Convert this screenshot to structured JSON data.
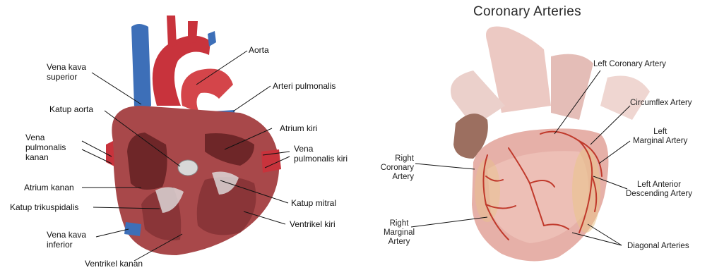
{
  "left_diagram": {
    "labels": {
      "aorta": "Aorta",
      "vena_kava_superior": "Vena kava\nsuperior",
      "arteri_pulmonalis": "Arteri pulmonalis",
      "katup_aorta": "Katup aorta",
      "atrium_kiri": "Atrium kiri",
      "vena_pulmonalis_kanan": "Vena\npulmonalis\nkanan",
      "vena_pulmonalis_kiri": "Vena\npulmonalis kiri",
      "atrium_kanan": "Atrium kanan",
      "katup_mitral": "Katup mitral",
      "katup_trikuspidalis": "Katup trikuspidalis",
      "ventrikel_kiri": "Ventrikel kiri",
      "vena_kava_inferior": "Vena kava\ninferior",
      "ventrikel_kanan": "Ventrikel kanan"
    }
  },
  "right_diagram": {
    "title": "Coronary Arteries",
    "labels": {
      "left_coronary_artery": "Left Coronary Artery",
      "circumflex_artery": "Circumflex Artery",
      "left_marginal_artery": "Left\nMarginal Artery",
      "right_coronary_artery": "Right\nCoronary\nArtery",
      "left_anterior_descending_artery": "Left Anterior\nDescending Artery",
      "right_marginal_artery": "Right\nMarginal\nArtery",
      "diagonal_arteries": "Diagonal Arteries"
    }
  },
  "colors": {
    "vein_blue": "#3d6fb8",
    "aorta_red": "#c8333c",
    "muscle": "#a8484a",
    "heart_pink": "#e8b3ad",
    "artery_line": "#c0392b"
  }
}
